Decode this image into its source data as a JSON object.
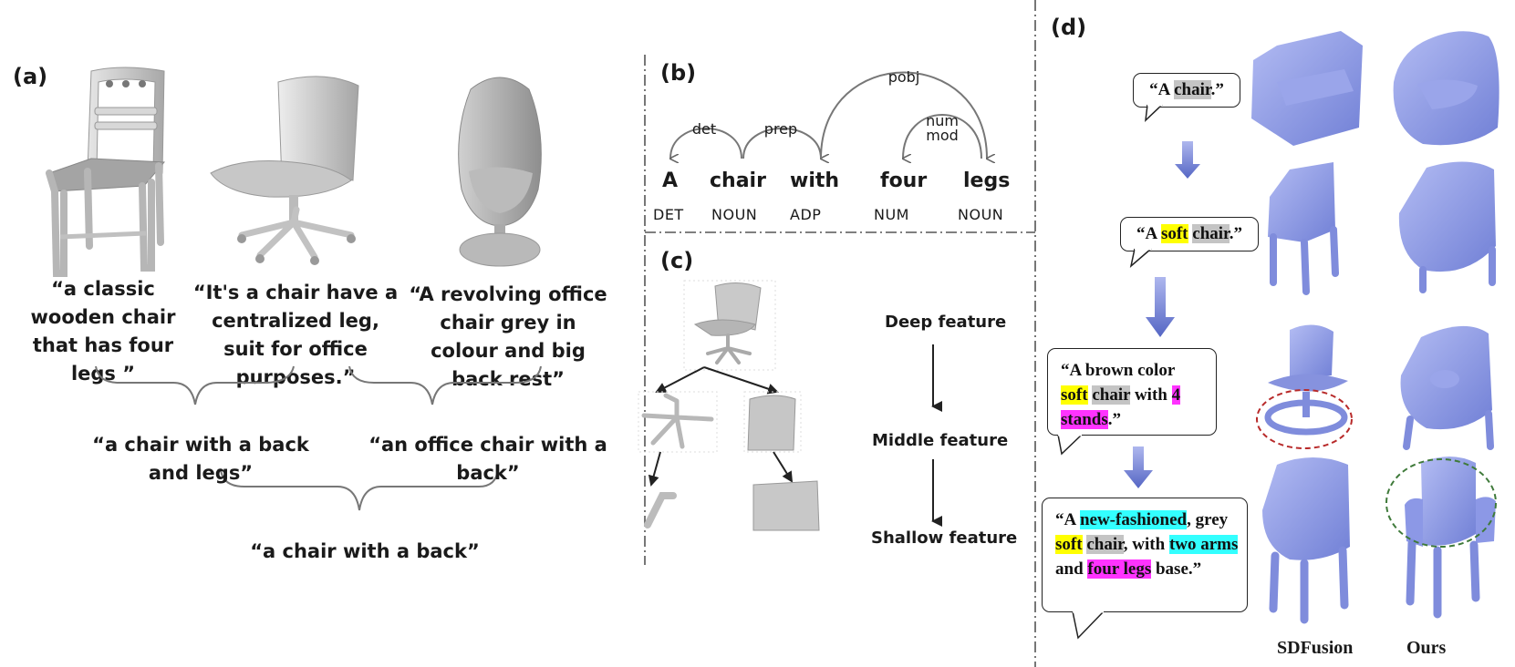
{
  "panel_a": {
    "label": "(a)",
    "captions": [
      "“a classic wooden chair that has four legs ”",
      "“It's a chair have a centralized leg, suit for office purposes.”",
      "“A revolving office chair grey in colour and big back rest”"
    ],
    "merged_left": "“a chair with a back and legs”",
    "merged_right": "“an office chair with a back”",
    "merged_final": "“a chair with a back”"
  },
  "panel_b": {
    "label": "(b)",
    "words": [
      "A",
      "chair",
      "with",
      "four",
      "legs"
    ],
    "pos_tags": [
      "DET",
      "NOUN",
      "ADP",
      "NUM",
      "NOUN"
    ],
    "deps": {
      "det": "det",
      "prep": "prep",
      "pobj": "pobj",
      "nummod_1": "num",
      "nummod_2": "mod"
    }
  },
  "panel_c": {
    "label": "(c)",
    "features": [
      "Deep feature",
      "Middle feature",
      "Shallow feature"
    ]
  },
  "panel_d": {
    "label": "(d)",
    "prompts": {
      "p1": {
        "q1": "“A ",
        "hl": "chair",
        "q2": ".”"
      },
      "p2": {
        "q1": "“A ",
        "hl1": "soft",
        "sp": " ",
        "hl2": "chair",
        "q2": ".”"
      },
      "p3": {
        "t1": "“A brown color",
        "hl1": "soft",
        "sp": " ",
        "hl2": "chair",
        "t2": " with ",
        "hl3": "4 stands",
        "t3": ".”"
      },
      "p4": {
        "t1": "“A ",
        "hl1": "new-fashioned",
        "t2": ", grey ",
        "hl2": "soft",
        "sp": " ",
        "hl3": "chair",
        "t3": ", with ",
        "hl4": "two arms",
        "t4": " and ",
        "hl5": "four legs",
        "t5": " base.”"
      }
    },
    "columns": [
      "SDFusion",
      "Ours"
    ],
    "colors": {
      "model": "#8c98e6",
      "model_dark": "#6f7cd2",
      "arrow": "#5566c4",
      "red_circle": "#b82a2a",
      "green_circle": "#3f7a3a"
    }
  }
}
